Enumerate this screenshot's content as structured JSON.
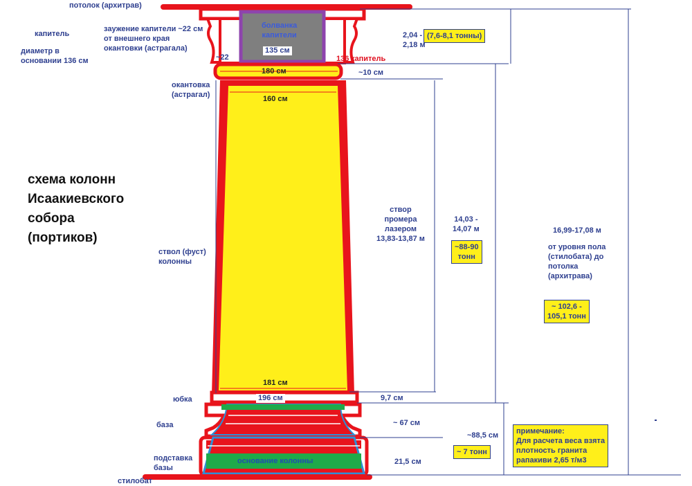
{
  "title": "схема колонн\nИсаакиевского\nсобора\n(портиков)",
  "left_labels": {
    "ceiling": "потолок (архитрав)",
    "capital": "капитель",
    "base_diameter": "диаметр в\nосновании 136 см",
    "capital_narrowing": "заужение капители ~22 см\nот внешнего края\nокантовки (астрагала)",
    "narrowing_value": "~22",
    "astragal": "окантовка\n(астрагал)",
    "shaft": "ствол (фуст)\nколонны",
    "skirt": "юбка",
    "base": "база",
    "base_stand": "подставка\nбазы",
    "stylobate": "стилобат"
  },
  "column_labels": {
    "blank": "болванка\nкапители",
    "d135": "135 см",
    "d136": "136",
    "capital_red": "капитель",
    "d180": "180 см",
    "d160": "160 см",
    "d181": "181 см",
    "d196": "196 см",
    "foundation": "основание колонны"
  },
  "right_labels": {
    "cap_height": "2,04 -\n2,18 м",
    "astragal_height": "~10 см",
    "laser": "створ\nпромера\nлазером\n13,83-13,87 м",
    "shaft_height": "14,03 -\n14,07 м",
    "skirt_height": "9,7 см",
    "base_height": "~ 67 см",
    "base_total": "~88,5 см",
    "stand_height": "21,5 см",
    "total_height": "16,99-17,08 м",
    "total_desc": "от уровня пола\n(стилобата) до\nпотолка\n(архитрава)"
  },
  "boxes": {
    "cap_weight": "(7,6-8,1 тонны)",
    "shaft_weight": "~88-90\nтонн",
    "base_weight": "~ 7 тонн",
    "total_weight": "~ 102,6 -\n105,1 тонн",
    "note": "примечание:\nДля расчета веса взята\nплотность гранита\nрапакиви 2,65 т/м3"
  },
  "colors": {
    "red": "#e8141c",
    "yellow": "#ffef1a",
    "green": "#1faa4a",
    "blue": "#2e8fd6",
    "gray": "#7f7f7f",
    "purple": "#8e44ad",
    "line": "#2e3f8f"
  }
}
